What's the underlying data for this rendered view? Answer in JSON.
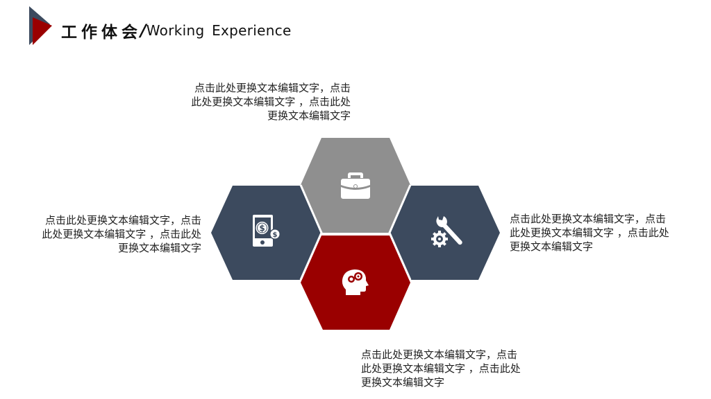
{
  "header": {
    "title_cn": "工作体会",
    "slash": "/",
    "title_en": "Working Experience"
  },
  "colors": {
    "slate": "#3C4A5E",
    "gray": "#8F8F8F",
    "red": "#9A0000",
    "white": "#FFFFFF"
  },
  "hexagons": [
    {
      "position": "top",
      "color": "gray",
      "icon": "briefcase-icon"
    },
    {
      "position": "left",
      "color": "slate",
      "icon": "mobile-payment-icon"
    },
    {
      "position": "right",
      "color": "slate",
      "icon": "wrench-gear-icon"
    },
    {
      "position": "bottom",
      "color": "red",
      "icon": "head-gears-icon"
    }
  ],
  "descriptions": {
    "top": {
      "lines": [
        "点击此处更换文本编辑文字，点击",
        "此处更换文本编辑文字 ，点击此处",
        "更换文本编辑文字"
      ]
    },
    "left": {
      "lines": [
        "点击此处更换文本编辑文字，点击",
        "此处更换文本编辑文字 ，点击此处",
        "更换文本编辑文字"
      ]
    },
    "right": {
      "lines": [
        "点击此处更换文本编辑文字，点击",
        "此处更换文本编辑文字 ，点击此处",
        "更换文本编辑文字"
      ]
    },
    "bottom": {
      "lines": [
        "点击此处更换文本编辑文字，点击",
        "此处更换文本编辑文字 ，点击此处",
        "更换文本编辑文字"
      ]
    }
  }
}
